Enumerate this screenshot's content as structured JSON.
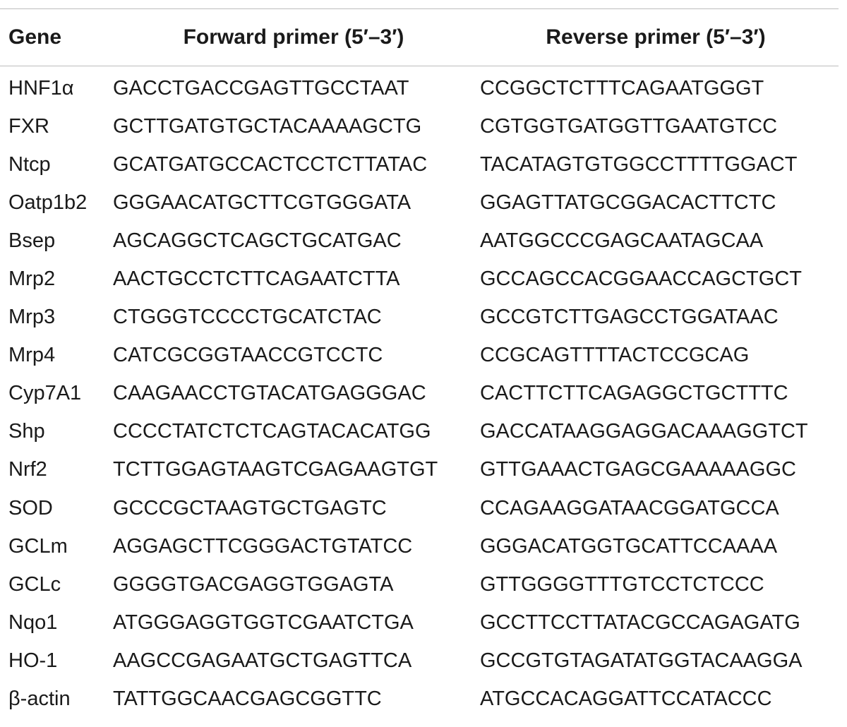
{
  "table": {
    "headers": {
      "gene": "Gene",
      "forward": "Forward primer (5′–3′)",
      "reverse": "Reverse primer (5′–3′)"
    },
    "rows": [
      {
        "gene": "HNF1α",
        "forward": "GACCTGACCGAGTTGCCTAAT",
        "reverse": "CCGGCTCTTTCAGAATGGGT"
      },
      {
        "gene": "FXR",
        "forward": "GCTTGATGTGCTACAAAAGCTG",
        "reverse": "CGTGGTGATGGTTGAATGTCC"
      },
      {
        "gene": "Ntcp",
        "forward": "GCATGATGCCACTCCTCTTATAC",
        "reverse": "TACATAGTGTGGCCTTTTGGACT"
      },
      {
        "gene": "Oatp1b2",
        "forward": "GGGAACATGCTTCGTGGGATA",
        "reverse": "GGAGTTATGCGGACACTTCTC"
      },
      {
        "gene": "Bsep",
        "forward": "AGCAGGCTCAGCTGCATGAC",
        "reverse": "AATGGCCCGAGCAATAGCAA"
      },
      {
        "gene": "Mrp2",
        "forward": "AACTGCCTCTTCAGAATCTTA",
        "reverse": "GCCAGCCACGGAACCAGCTGCT"
      },
      {
        "gene": "Mrp3",
        "forward": "CTGGGTCCCCTGCATCTAC",
        "reverse": "GCCGTCTTGAGCCTGGATAAC"
      },
      {
        "gene": "Mrp4",
        "forward": "CATCGCGGTAACCGTCCTC",
        "reverse": "CCGCAGTTTTACTCCGCAG"
      },
      {
        "gene": "Cyp7A1",
        "forward": "CAAGAACCTGTACATGAGGGAC",
        "reverse": "CACTTCTTCAGAGGCTGCTTTC"
      },
      {
        "gene": "Shp",
        "forward": "CCCCTATCTCTCAGTACACATGG",
        "reverse": "GACCATAAGGAGGACAAAGGTCT"
      },
      {
        "gene": "Nrf2",
        "forward": "TCTTGGAGTAAGTCGAGAAGTGT",
        "reverse": "GTTGAAACTGAGCGAAAAAGGC"
      },
      {
        "gene": "SOD",
        "forward": "GCCCGCTAAGTGCTGAGTC",
        "reverse": "CCAGAAGGATAACGGATGCCA"
      },
      {
        "gene": "GCLm",
        "forward": "AGGAGCTTCGGGACTGTATCC",
        "reverse": "GGGACATGGTGCATTCCAAAA"
      },
      {
        "gene": "GCLc",
        "forward": "GGGGTGACGAGGTGGAGTA",
        "reverse": "GTTGGGGTTTGTCCTCTCCC"
      },
      {
        "gene": "Nqo1",
        "forward": "ATGGGAGGTGGTCGAATCTGA",
        "reverse": "GCCTTCCTTATACGCCAGAGATG"
      },
      {
        "gene": "HO-1",
        "forward": "AAGCCGAGAATGCTGAGTTCA",
        "reverse": "GCCGTGTAGATATGGTACAAGGA"
      },
      {
        "gene": "β-actin",
        "forward": "TATTGGCAACGAGCGGTTC",
        "reverse": "ATGCCACAGGATTCCATACCC"
      }
    ]
  }
}
